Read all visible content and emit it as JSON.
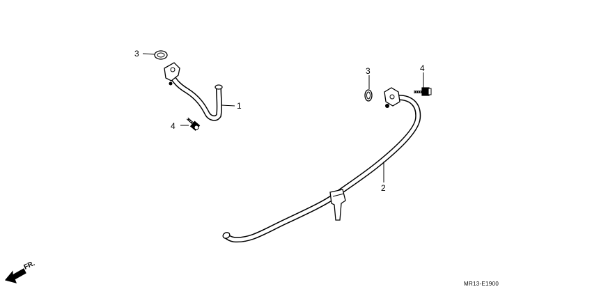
{
  "callouts": {
    "top_left_3": "3",
    "pipe_1": "1",
    "bolt_left_4": "4",
    "top_right_3": "3",
    "bolt_right_4": "4",
    "pipe_2": "2"
  },
  "direction_label": "FR.",
  "diagram_code": "MR13-E1900"
}
